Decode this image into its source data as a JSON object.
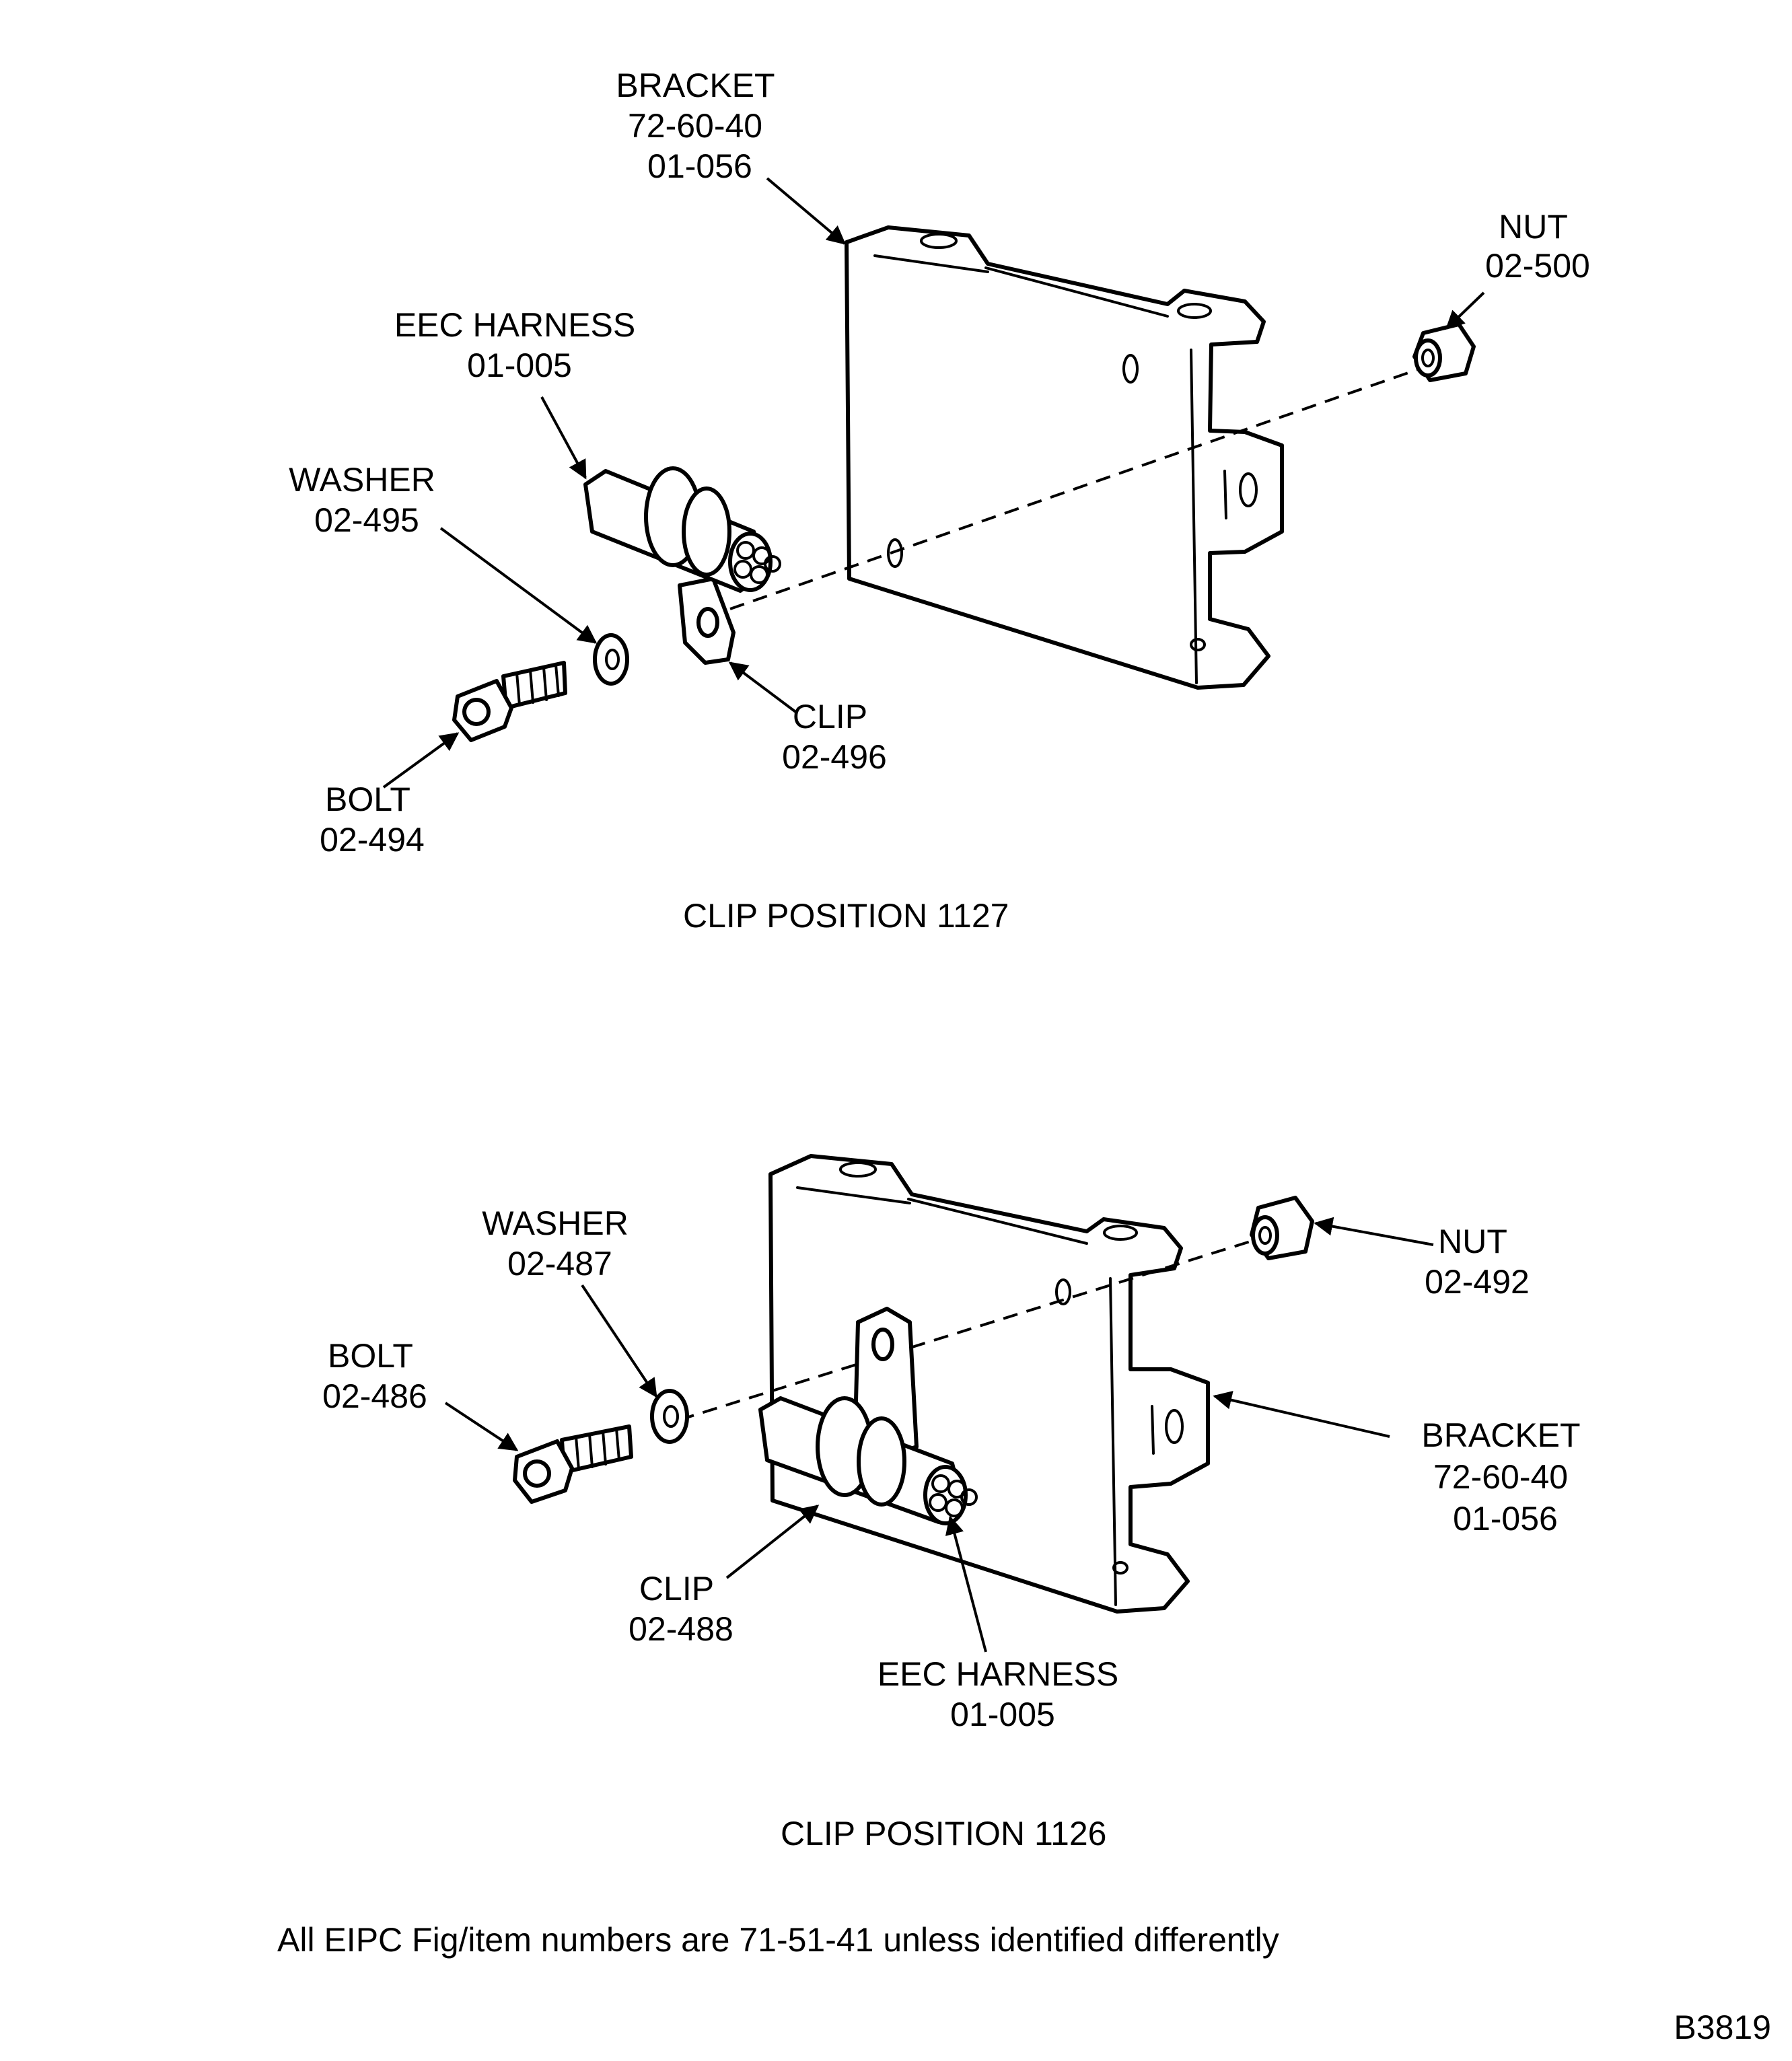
{
  "figure_id": "B3819",
  "note": "All EIPC Fig/item numbers are 71-51-41 unless identified differently",
  "upper": {
    "caption": "CLIP POSITION 1127",
    "labels": {
      "bracket": [
        "BRACKET",
        "72-60-40",
        "01-056"
      ],
      "nut": [
        "NUT",
        "02-500"
      ],
      "harness": [
        "EEC HARNESS",
        "01-005"
      ],
      "washer": [
        "WASHER",
        "02-495"
      ],
      "clip": [
        "CLIP",
        "02-496"
      ],
      "bolt": [
        "BOLT",
        "02-494"
      ]
    }
  },
  "lower": {
    "caption": "CLIP POSITION 1126",
    "labels": {
      "washer": [
        "WASHER",
        "02-487"
      ],
      "nut": [
        "NUT",
        "02-492"
      ],
      "bolt": [
        "BOLT",
        "02-486"
      ],
      "bracket": [
        "BRACKET",
        "72-60-40",
        "01-056"
      ],
      "clip": [
        "CLIP",
        "02-488"
      ],
      "harness": [
        "EEC HARNESS",
        "01-005"
      ]
    }
  }
}
